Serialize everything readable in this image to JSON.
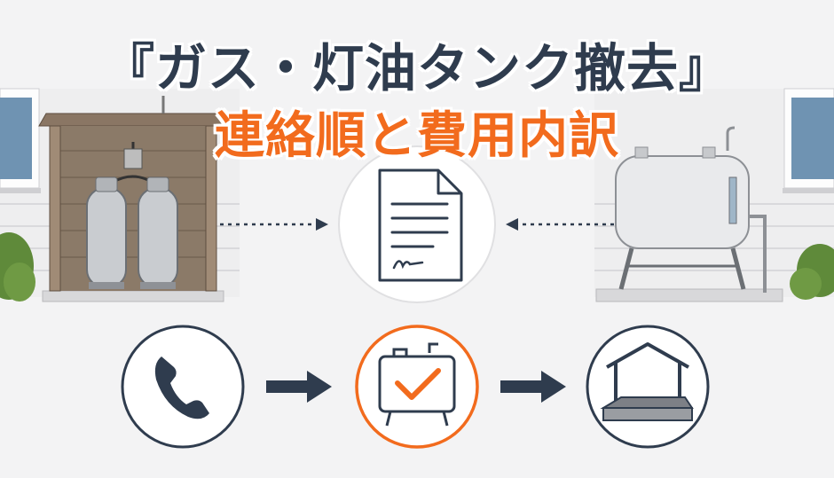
{
  "title": {
    "main": "『ガス・灯油タンク撤去』",
    "sub": "連絡順と費用内訳"
  },
  "icons": {
    "gas_cylinders": "gas-cylinder-illustration",
    "oil_tank": "kerosene-tank-illustration",
    "document": "document-signature-icon",
    "phone": "phone-icon",
    "tank_check": "tank-checkmark-icon",
    "foundation": "concrete-base-icon"
  },
  "colors": {
    "navy": "#2f3c4e",
    "orange": "#f26b1d",
    "background": "#f3f3f4"
  }
}
